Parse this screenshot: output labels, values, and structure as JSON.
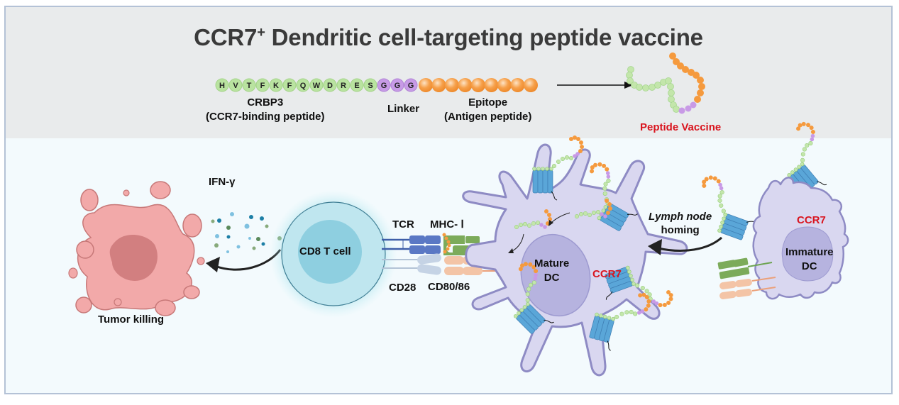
{
  "title": {
    "main": "CCR7",
    "superscript": "+",
    "rest": " Dendritic cell-targeting peptide vaccine"
  },
  "peptide": {
    "crbp3_residues": [
      "H",
      "V",
      "T",
      "F",
      "K",
      "F",
      "Q",
      "W",
      "D",
      "R",
      "E",
      "S"
    ],
    "linker_residues": [
      "G",
      "G",
      "G"
    ],
    "epitope_bead_count": 9,
    "labels": {
      "crbp3_line1": "CRBP3",
      "crbp3_line2": "(CCR7-binding peptide)",
      "linker": "Linker",
      "epitope_line1": "Epitope",
      "epitope_line2": "(Antigen peptide)",
      "vaccine": "Peptide Vaccine"
    }
  },
  "scene": {
    "ifn": "IFN-γ",
    "tumor": "Tumor killing",
    "tcell": "CD8 T cell",
    "tcr": "TCR",
    "mhc": "MHC- Ⅰ",
    "cd28": "CD28",
    "cd80": "CD80/86",
    "mature_dc_line1": "Mature",
    "mature_dc_line2": "DC",
    "ccr7_mature": "CCR7",
    "homing_line1": "Lymph node",
    "homing_line2": "homing",
    "ccr7_immature": "CCR7",
    "immature_dc_line1": "Immature",
    "immature_dc_line2": "DC"
  },
  "colors": {
    "crbp3_green": "#b9e3a0",
    "linker_purple": "#c79be6",
    "epitope_orange": "#f59a3e",
    "ccr7_red": "#d9141e",
    "dc_lavender": "#d9d7f0",
    "receptor_blue": "#5aa6d8",
    "tumor_pink": "#f2a9a9"
  }
}
